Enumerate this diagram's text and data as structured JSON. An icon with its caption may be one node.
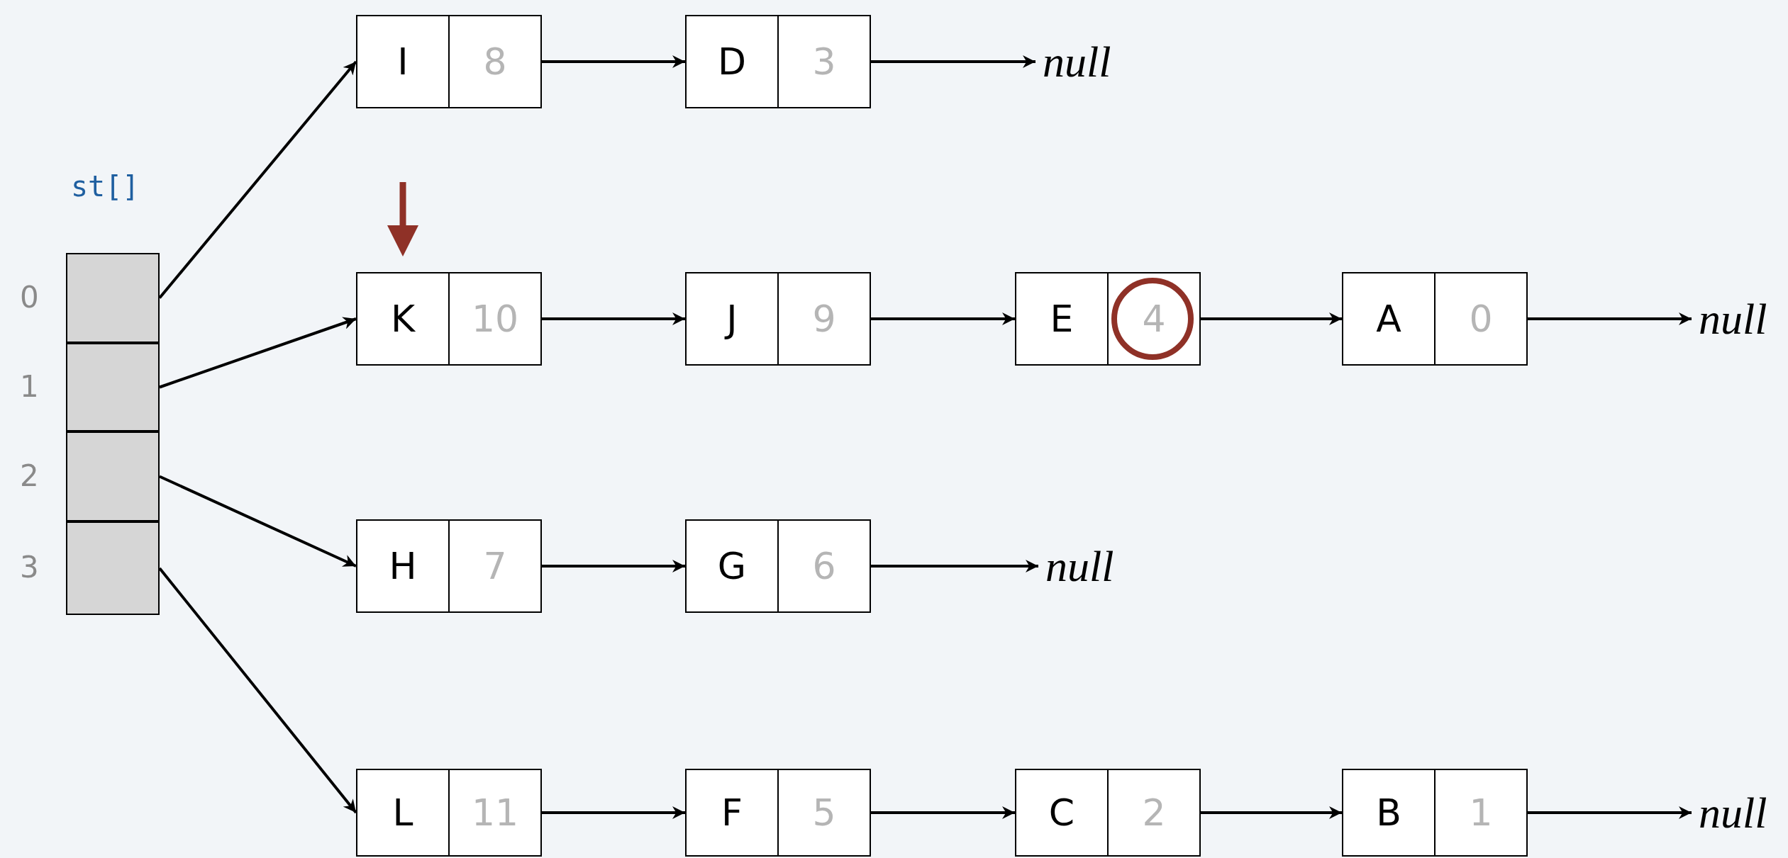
{
  "diagram": {
    "nodes": [
      {
        "text": [],
        "shape": "box",
        "beside": [
          "0"
        ]
      },
      {
        "text": [],
        "shape": "box",
        "beside": [
          "1"
        ]
      },
      {
        "text": [],
        "shape": "box",
        "beside": [
          "2"
        ]
      },
      {
        "text": [],
        "shape": "box",
        "beside": [
          "3"
        ]
      },
      {
        "text": [
          "I",
          "8"
        ]
      },
      {
        "text": [
          "D",
          "3"
        ]
      },
      {
        "text": [
          "null"
        ]
      },
      {
        "text": [
          "K",
          "10"
        ]
      },
      {
        "text": [
          "J",
          "9"
        ]
      },
      {
        "text": [
          "E",
          "4"
        ]
      },
      {
        "text": [
          "A",
          "0"
        ]
      },
      {
        "text": [
          "null"
        ]
      },
      {
        "text": [
          "H",
          "7"
        ]
      },
      {
        "text": [
          "G",
          "6"
        ]
      },
      {
        "text": [
          "null"
        ]
      },
      {
        "text": [
          "L",
          "11"
        ]
      },
      {
        "text": [
          "F",
          "5"
        ]
      },
      {
        "text": [
          "C",
          "2"
        ]
      },
      {
        "text": [
          "B",
          "1"
        ]
      },
      {
        "text": [
          "null"
        ]
      }
    ],
    "edges": [
      {
        "from": 0,
        "to": 4,
        "arrow": "to"
      },
      {
        "from": 1,
        "to": 7,
        "arrow": "to"
      },
      {
        "from": 2,
        "to": 12,
        "arrow": "to"
      },
      {
        "from": 3,
        "to": 15,
        "arrow": "to"
      },
      {
        "from": 4,
        "to": 5,
        "arrow": "to"
      },
      {
        "from": 5,
        "to": 6,
        "arrow": "to"
      },
      {
        "from": 7,
        "to": 8,
        "arrow": "to"
      },
      {
        "from": 8,
        "to": 9,
        "arrow": "to"
      },
      {
        "from": 9,
        "to": 10,
        "arrow": "to"
      },
      {
        "from": 10,
        "to": 11,
        "arrow": "to"
      },
      {
        "from": 12,
        "to": 13,
        "arrow": "to"
      },
      {
        "from": 13,
        "to": 14,
        "arrow": "to"
      },
      {
        "from": 15,
        "to": 16,
        "arrow": "to"
      },
      {
        "from": 16,
        "to": 17,
        "arrow": "to"
      },
      {
        "from": 17,
        "to": 18,
        "arrow": "to"
      },
      {
        "from": 18,
        "to": 19,
        "arrow": "to"
      }
    ],
    "labels": [
      "st[]"
    ]
  }
}
